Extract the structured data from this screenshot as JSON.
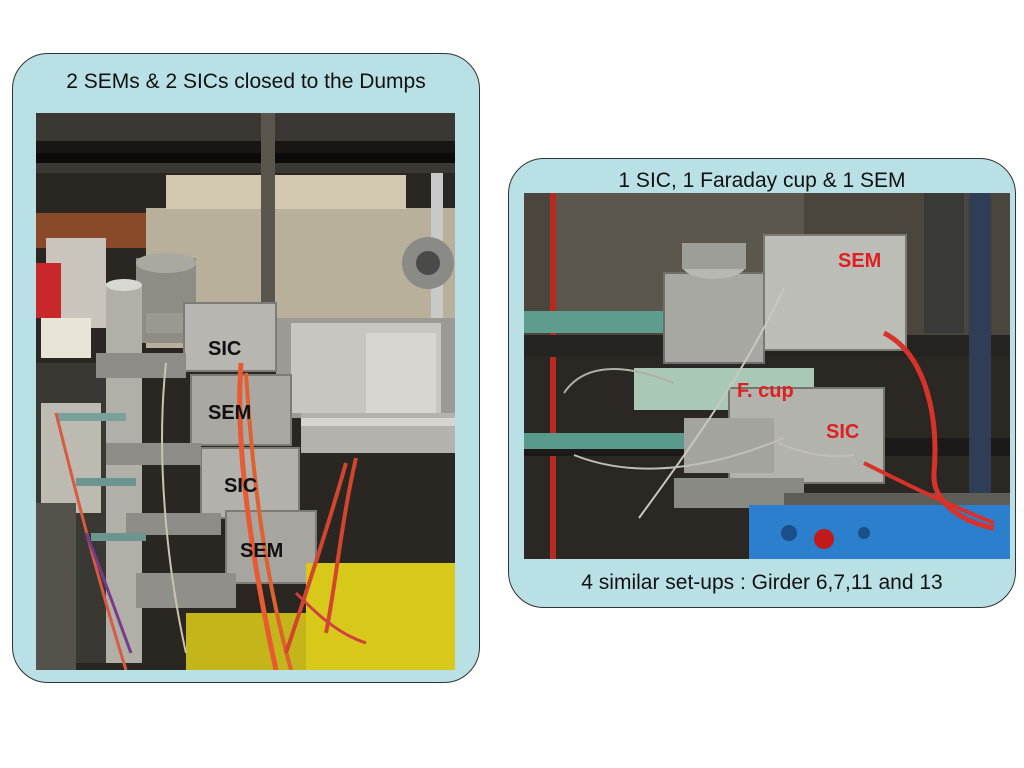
{
  "left_panel": {
    "caption": "2 SEMs & 2 SICs closed to the Dumps",
    "labels": [
      "SIC",
      "SEM",
      "SIC",
      "SEM"
    ]
  },
  "right_panel": {
    "caption_top": "1 SIC, 1 Faraday cup & 1 SEM",
    "caption_bottom": "4 similar set-ups : Girder 6,7,11 and 13",
    "labels": [
      "SEM",
      "F. cup",
      "SIC"
    ]
  },
  "colors": {
    "panel_fill": "#b9e0e4",
    "label_dark": "#111111",
    "label_red": "#e02020"
  }
}
